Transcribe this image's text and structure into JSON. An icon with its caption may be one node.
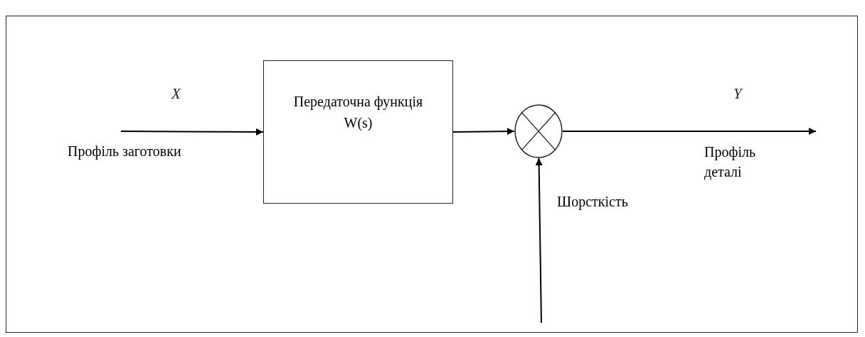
{
  "diagram": {
    "nodes": [
      {
        "text": [
          "Передаточна функція W(s)"
        ]
      },
      {
        "text": [],
        "shape": "circle"
      }
    ],
    "edges": [
      {
        "from": null,
        "to": 0,
        "arrow": "to",
        "label": "X"
      },
      {
        "from": 0,
        "to": 1,
        "arrow": "to"
      },
      {
        "from": 1,
        "to": null,
        "arrow": "to",
        "label": "Y"
      },
      {
        "from": null,
        "to": 1,
        "arrow": "to"
      }
    ],
    "labels": [
      "Профіль заготовки",
      "Профіль деталі",
      "Шорсткість"
    ]
  }
}
